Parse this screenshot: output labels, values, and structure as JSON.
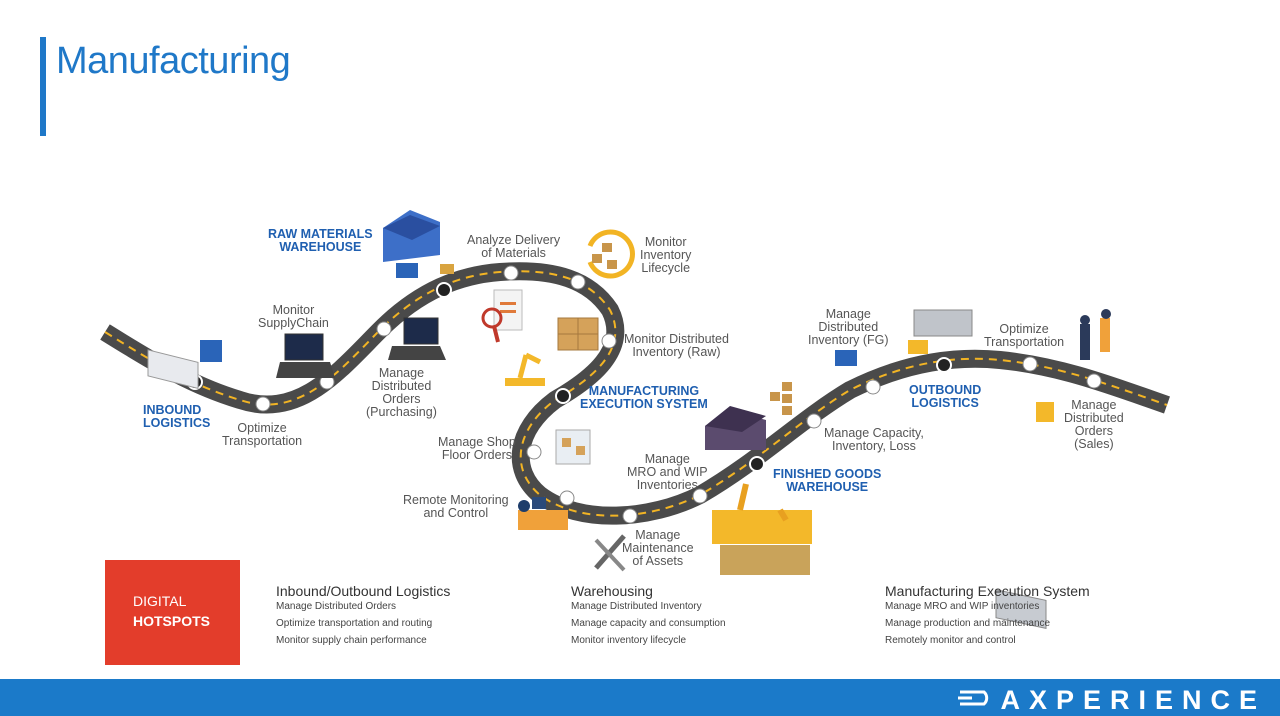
{
  "title": "Manufacturing",
  "labels": {
    "raw_materials": [
      "RAW MATERIALS",
      "WAREHOUSE"
    ],
    "analyze_delivery": [
      "Analyze Delivery",
      "of Materials"
    ],
    "monitor_inventory_lifecycle": [
      "Monitor",
      "Inventory",
      "Lifecycle"
    ],
    "monitor_supplychain": [
      "Monitor",
      "SupplyChain"
    ],
    "monitor_distributed_raw": [
      "Monitor Distributed",
      "Inventory (Raw)"
    ],
    "manage_distributed_orders_purchasing": [
      "Manage",
      "Distributed",
      "Orders",
      "(Purchasing)"
    ],
    "inbound_logistics": [
      "INBOUND",
      "LOGISTICS"
    ],
    "optimize_transport_in": [
      "Optimize",
      "Transportation"
    ],
    "mes": [
      "MANUFACTURING",
      "EXECUTION SYSTEM"
    ],
    "manage_shop_floor": [
      "Manage Shop",
      "Floor Orders"
    ],
    "remote_monitoring": [
      "Remote Monitoring",
      "and Control"
    ],
    "manage_mro": [
      "Manage",
      "MRO and WIP",
      "Inventories"
    ],
    "manage_maintenance": [
      "Manage",
      "Maintenance",
      "of Assets"
    ],
    "manage_distributed_fg": [
      "Manage",
      "Distributed",
      "Inventory (FG)"
    ],
    "manage_capacity": [
      "Manage Capacity,",
      "Inventory, Loss"
    ],
    "finished_goods": [
      "FINISHED GOODS",
      "WAREHOUSE"
    ],
    "outbound_logistics": [
      "OUTBOUND",
      "LOGISTICS"
    ],
    "optimize_transport_out": [
      "Optimize",
      "Transportation"
    ],
    "manage_distributed_sales": [
      "Manage",
      "Distributed",
      "Orders",
      "(Sales)"
    ]
  },
  "hotspots": {
    "line1": "DIGITAL",
    "line2": "HOTSPOTS"
  },
  "panels": [
    {
      "heading": "Inbound/Outbound Logistics",
      "items": [
        "Manage Distributed Orders",
        "Optimize transportation and routing",
        "Monitor supply chain performance"
      ]
    },
    {
      "heading": "Warehousing",
      "items": [
        "Manage Distributed Inventory",
        "Manage capacity and consumption",
        "Monitor inventory lifecycle"
      ]
    },
    {
      "heading": "Manufacturing Execution System",
      "items": [
        "Manage MRO and WIP inventories",
        "Manage production and maintenance",
        "Remotely monitor and control"
      ]
    }
  ],
  "brand": "AXPERIENCE",
  "colors": {
    "accent": "#1f78c8",
    "hotspot": "#e33d2b",
    "road": "#4a4a4a",
    "road_line": "#f2b424",
    "footer": "#1b7ac9"
  }
}
